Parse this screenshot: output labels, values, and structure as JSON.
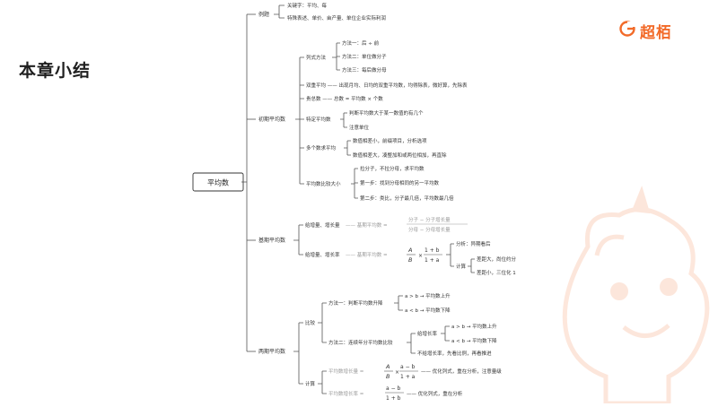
{
  "slide": {
    "title": "本章小结",
    "brand_name": "超栢",
    "brand_color": "#f26a28",
    "root": "平均数"
  },
  "examples": {
    "label": "例题",
    "items": [
      "关键字：平均、每",
      "特殊表述、单价、亩产量、单位企业实际利润"
    ]
  },
  "primary": {
    "label": "初期平均数",
    "lieshi": {
      "label": "列式方法",
      "items": [
        "方法一：后 ÷ 前",
        "方法二：单位做分子",
        "方法三：每后做分母"
      ]
    },
    "shuangchong": "双重平均 —— 出现月均、日均的双重平均数，均得除表，微好算，先除表",
    "zongshu": "贵总数 —— 总数 = 平均数 × 个数",
    "teding": {
      "label": "特定平均数",
      "items": [
        "判断平均数大于某一数值的有几个",
        "注意单位"
      ]
    },
    "duoge": {
      "label": "多个数求平均",
      "items": [
        "数值相差小，前缀项目，分析选项",
        "数值相差大，凑整加和或两位相加，再直除"
      ]
    },
    "bijiao": {
      "label": "平均数比较大小",
      "items": [
        "拉分子，不拉分母，求平均数",
        "第一步：找到分母相同的另一平均数",
        "第二步：类比，分子最几倍，平均数最几倍"
      ]
    }
  },
  "base": {
    "label": "基期平均数",
    "liang": {
      "label": "给增量、增长量",
      "eq": "—— 基期平均数 =",
      "frac_top": "分子 − 分子增长量",
      "frac_bottom": "分母 − 分母增长量"
    },
    "lv": {
      "label": "给增量、增长率",
      "eq": "—— 基期平均数 =",
      "a": "A",
      "b": "B",
      "times": "×",
      "num": "1 + b",
      "den": "1 + a",
      "analysis": "分析：异期看后",
      "calc": "计算",
      "calc_items": [
        "差距大，尚位约分",
        "差距小，三位化 1"
      ]
    }
  },
  "two": {
    "label": "两期平均数",
    "compare": {
      "label": "比较",
      "m1": {
        "label": "方法一：判断平均数升降",
        "items": [
          "a > b → 平均数上升",
          "a < b → 平均数下降"
        ]
      },
      "m2": {
        "label": "方法二：连续年分平均数比较",
        "growth": "给增长率",
        "growth_items": [
          "a > b → 平均数上升",
          "a < b → 平均数下降"
        ],
        "no_growth": "不给增长率，先看比例，再看推进"
      }
    },
    "calc": {
      "label": "计算",
      "f1_label": "平均数增长量 =",
      "f1_a": "A",
      "f1_b": "B",
      "f1_times": "×",
      "f1_num": "a − b",
      "f1_den": "1 + a",
      "f1_note": "—— 优化列式，重在分析，注意量级",
      "f2_label": "平均数增长率 =",
      "f2_num": "a − b",
      "f2_den": "1 + b",
      "f2_note": "—— 优化列式，重在分析"
    }
  }
}
